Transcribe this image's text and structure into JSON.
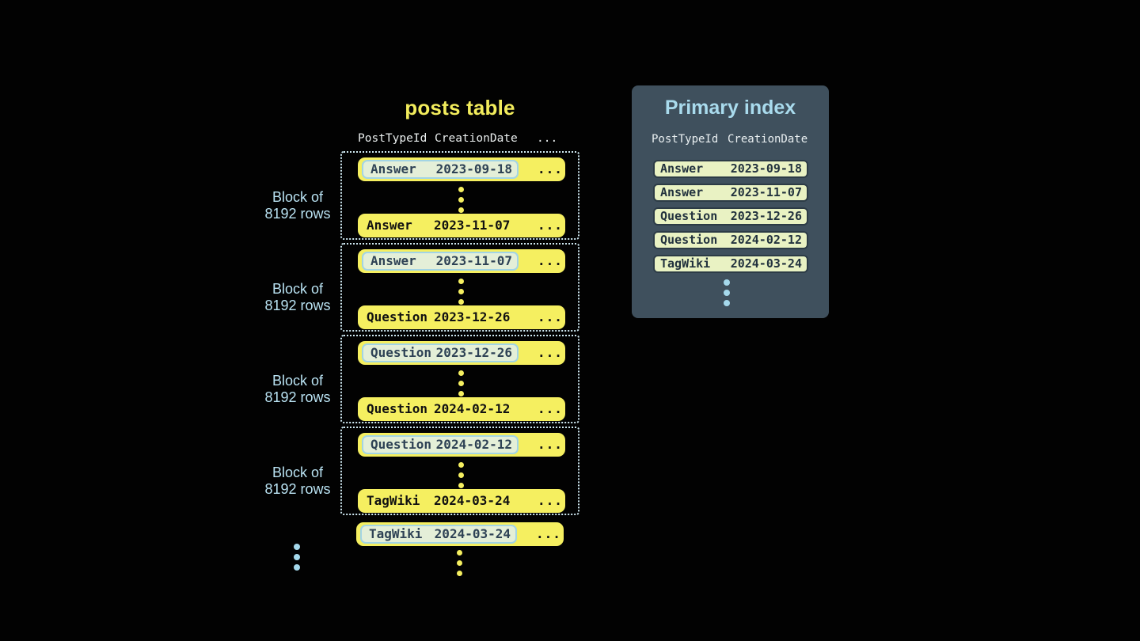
{
  "posts_table": {
    "title": "posts table",
    "headers": {
      "col1": "PostTypeId",
      "col2": "CreationDate",
      "col3": "..."
    },
    "block_label": [
      "Block of",
      "8192 rows"
    ],
    "row_more": "...",
    "blocks": [
      {
        "first": {
          "type": "Answer",
          "date": "2023-09-18"
        },
        "last": {
          "type": "Answer",
          "date": "2023-11-07"
        }
      },
      {
        "first": {
          "type": "Answer",
          "date": "2023-11-07"
        },
        "last": {
          "type": "Question",
          "date": "2023-12-26"
        }
      },
      {
        "first": {
          "type": "Question",
          "date": "2023-12-26"
        },
        "last": {
          "type": "Question",
          "date": "2024-02-12"
        }
      },
      {
        "first": {
          "type": "Question",
          "date": "2024-02-12"
        },
        "last": {
          "type": "TagWiki",
          "date": "2024-03-24"
        }
      }
    ],
    "trailing_row": {
      "type": "TagWiki",
      "date": "2024-03-24"
    }
  },
  "primary_index": {
    "title": "Primary index",
    "headers": {
      "col1": "PostTypeId",
      "col2": "CreationDate"
    },
    "rows": [
      {
        "type": "Answer",
        "date": "2023-09-18"
      },
      {
        "type": "Answer",
        "date": "2023-11-07"
      },
      {
        "type": "Question",
        "date": "2023-12-26"
      },
      {
        "type": "Question",
        "date": "2024-02-12"
      },
      {
        "type": "TagWiki",
        "date": "2024-03-24"
      }
    ]
  },
  "colors": {
    "background": "#000000",
    "row_yellow": "#f5ef60",
    "title_yellow": "#f2ec5c",
    "label_blue": "#b9e2f2",
    "panel_background": "#3f505d",
    "panel_title_blue": "#a9dbed",
    "highlight_box_green": "#e4efd8",
    "highlight_border_blue": "#a2d4e5",
    "index_row_green": "#e9f2c3",
    "dotted_border": "#cfe9f2",
    "blue_dots": "#a5d9ec"
  }
}
